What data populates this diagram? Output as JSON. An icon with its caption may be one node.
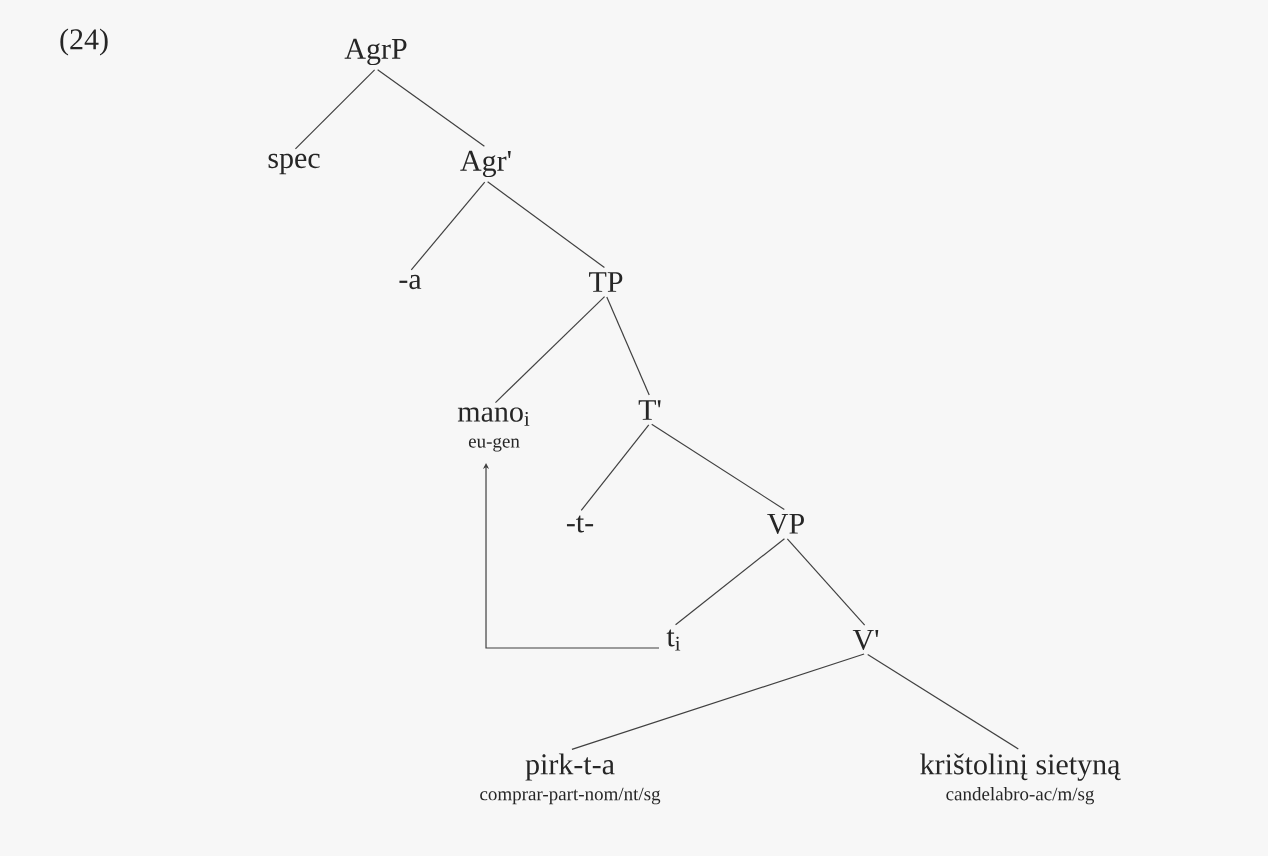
{
  "diagram": {
    "nodes": [
      {
        "text": [
          "AgrP"
        ]
      },
      {
        "text": [
          "spec"
        ]
      },
      {
        "text": [
          "Agr'"
        ]
      },
      {
        "text": [
          "-a"
        ]
      },
      {
        "text": [
          "TP"
        ]
      },
      {
        "text": [
          "mano$_{i}$",
          "eu-gen"
        ]
      },
      {
        "text": [
          "T'"
        ]
      },
      {
        "text": [
          "-t-"
        ]
      },
      {
        "text": [
          "VP"
        ]
      },
      {
        "text": [
          "t$_{i}$"
        ]
      },
      {
        "text": [
          "V'"
        ]
      },
      {
        "text": [
          "pirk-t-a",
          "comprar-part-nom/nt/sg"
        ]
      },
      {
        "text": [
          "krištolinį sietyną",
          "candelabro-ac/m/sg"
        ]
      }
    ],
    "edges": [
      {
        "from": 0,
        "to": 1,
        "arrow": "none"
      },
      {
        "from": 0,
        "to": 2,
        "arrow": "none"
      },
      {
        "from": 2,
        "to": 3,
        "arrow": "none"
      },
      {
        "from": 2,
        "to": 4,
        "arrow": "none"
      },
      {
        "from": 4,
        "to": 5,
        "arrow": "none"
      },
      {
        "from": 4,
        "to": 6,
        "arrow": "none"
      },
      {
        "from": 6,
        "to": 7,
        "arrow": "none"
      },
      {
        "from": 6,
        "to": 8,
        "arrow": "none"
      },
      {
        "from": 8,
        "to": 9,
        "arrow": "none"
      },
      {
        "from": 8,
        "to": 10,
        "arrow": "none"
      },
      {
        "from": 10,
        "to": 11,
        "arrow": "none"
      },
      {
        "from": 10,
        "to": 12,
        "arrow": "none"
      },
      {
        "from": 9,
        "to": 5,
        "arrow": "to"
      }
    ],
    "labels": [
      "(24)"
    ]
  }
}
